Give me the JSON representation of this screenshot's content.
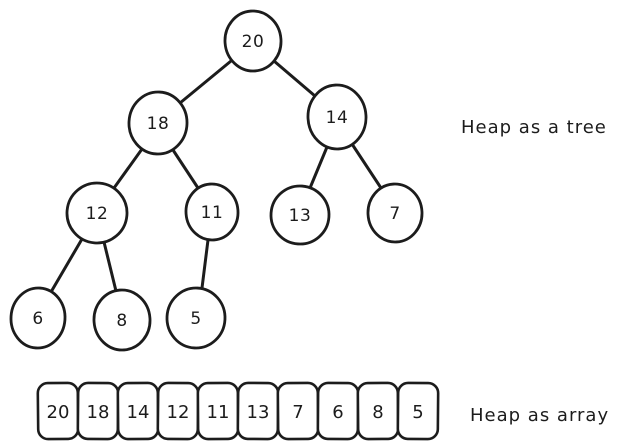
{
  "labels": {
    "tree": "Heap as a tree",
    "array": "Heap as array"
  },
  "tree": {
    "nodes": [
      {
        "value": "20"
      },
      {
        "value": "18"
      },
      {
        "value": "14"
      },
      {
        "value": "12"
      },
      {
        "value": "11"
      },
      {
        "value": "13"
      },
      {
        "value": "7"
      },
      {
        "value": "6"
      },
      {
        "value": "8"
      },
      {
        "value": "5"
      }
    ],
    "edges": [
      [
        "20",
        "18"
      ],
      [
        "20",
        "14"
      ],
      [
        "18",
        "12"
      ],
      [
        "18",
        "11"
      ],
      [
        "14",
        "13"
      ],
      [
        "14",
        "7"
      ],
      [
        "12",
        "6"
      ],
      [
        "12",
        "8"
      ],
      [
        "11",
        "5"
      ]
    ]
  },
  "array": {
    "cells": [
      "20",
      "18",
      "14",
      "12",
      "11",
      "13",
      "7",
      "6",
      "8",
      "5"
    ]
  },
  "colors": {
    "ink": "#1c1c1c",
    "background": "#ffffff"
  }
}
